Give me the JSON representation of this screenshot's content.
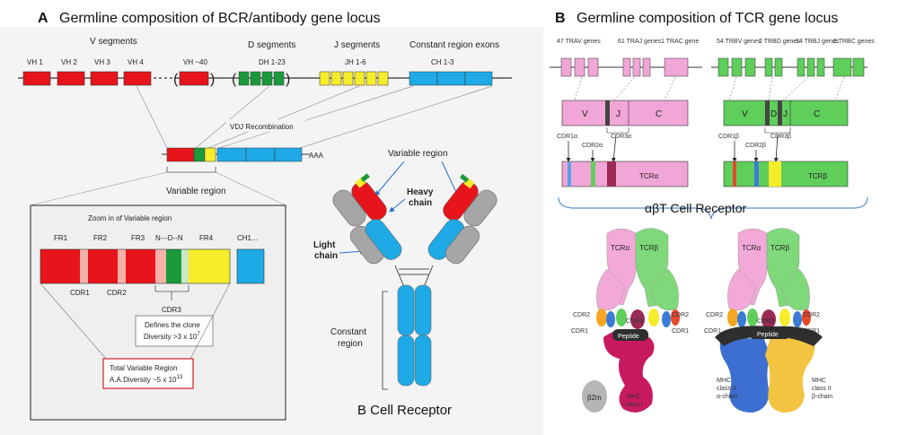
{
  "panel_a": {
    "letter": "A",
    "title": "Germline composition of BCR/antibody gene locus",
    "v_segments": "V segments",
    "d_segments": "D segments",
    "j_segments": "J segments",
    "constant_exons": "Constant region exons",
    "vh1": "VH 1",
    "vh2": "VH 2",
    "vh3": "VH 3",
    "vh4": "VH 4",
    "vh40": "VH ~40",
    "dh": "DH 1-23",
    "jh": "JH 1-6",
    "ch": "CH 1-3",
    "vdj": "VDJ Recombination",
    "aaa": "AAA",
    "variable_region": "Variable region",
    "zoom_title": "Zoom in of Variable region",
    "fr1": "FR1",
    "fr2": "FR2",
    "fr3": "FR3",
    "ndn": "N---D--N",
    "fr4": "FR4",
    "ch1": "CH1...",
    "cdr1": "CDR1",
    "cdr2": "CDR2",
    "cdr3": "CDR3",
    "defines_clone": "Defines the clone",
    "diversity_clone": "Diversity >3 x 10",
    "diversity_clone_exp": "7",
    "total_var": "Total Variable Region",
    "aa_diversity": "A.A.Diversity ~5 x 10",
    "aa_diversity_exp": "13",
    "variable_region_ab": "Variable region",
    "heavy_chain_1": "Heavy",
    "heavy_chain_2": "chain",
    "light_chain_1": "Light",
    "light_chain_2": "chain",
    "constant_region_1": "Constant",
    "constant_region_2": "region",
    "bcr": "B Cell Receptor"
  },
  "panel_b": {
    "letter": "B",
    "title": "Germline composition of TCR gene locus",
    "trav": "47 TRAV genes",
    "traj": "61 TRAJ genes",
    "trac": "1 TRAC gene",
    "trbv": "54 TRBV genes",
    "trbd": "2 TRBD genes",
    "trbj": "14 TRBJ genes",
    "trbc": "2 TRBC genes",
    "v": "V",
    "j": "J",
    "c": "C",
    "d": "D",
    "cdr1a": "CDR1α",
    "cdr2a": "CDR2α",
    "cdr3a": "CDR3α",
    "tcra": "TCRα",
    "cdr1b": "CDR1β",
    "cdr2b": "CDR2β",
    "cdr3b": "CDR3β",
    "tcrb": "TCRβ",
    "ab_receptor": "αβT Cell Receptor",
    "tcra_mol": "TCRα",
    "tcrb_mol": "TCRβ",
    "cdr2": "CDR2",
    "cdr3": "CDR3",
    "cdr1": "CDR1",
    "peptide": "Peptide",
    "b2m": "β2m",
    "mhc1_1": "MHC",
    "mhc1_2": "class I",
    "mhc2a_1": "MHC",
    "mhc2a_2": "class II",
    "mhc2a_3": "α-chain",
    "mhc2b_1": "MHC",
    "mhc2b_2": "class II",
    "mhc2b_3": "β-chain"
  },
  "colors": {
    "v_red": "#e8141b",
    "d_green": "#1b9a3c",
    "j_yellow": "#f5ec2a",
    "c_blue": "#1eaae7",
    "tcra_pink": "#f0a6d6",
    "tcrb_green": "#5fce5b",
    "mhc1_magenta": "#c81a5f",
    "mhc2_blue": "#3c6fd1",
    "mhc2_yellow": "#f3c441",
    "peptide_dark": "#3a3a3a"
  }
}
